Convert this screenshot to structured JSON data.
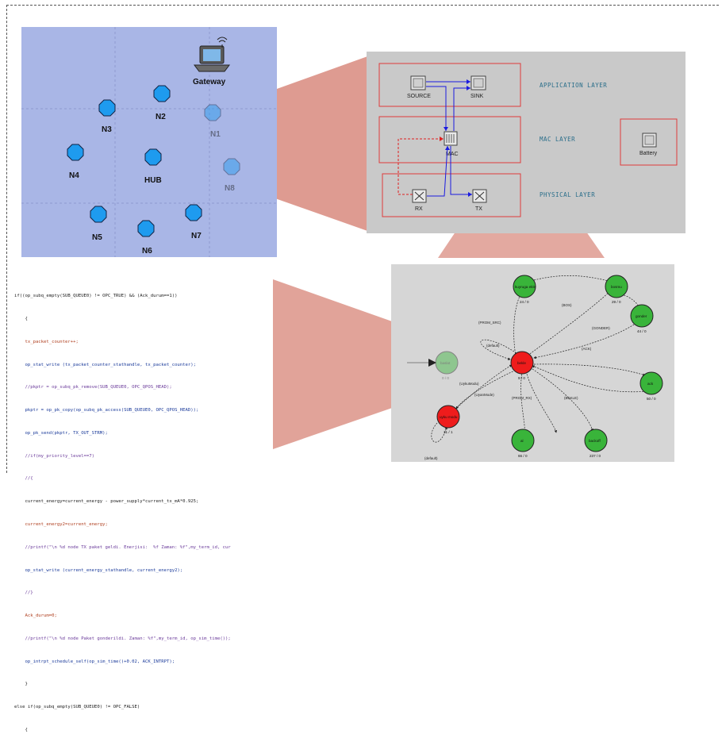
{
  "network": {
    "nodes": [
      {
        "id": "gateway",
        "label": "Gateway"
      },
      {
        "id": "n1",
        "label": "N1"
      },
      {
        "id": "n2",
        "label": "N2"
      },
      {
        "id": "n3",
        "label": "N3"
      },
      {
        "id": "n4",
        "label": "N4"
      },
      {
        "id": "hub",
        "label": "HUB"
      },
      {
        "id": "n5",
        "label": "N5"
      },
      {
        "id": "n6",
        "label": "N6"
      },
      {
        "id": "n7",
        "label": "N7"
      },
      {
        "id": "n8",
        "label": "N8"
      }
    ]
  },
  "node_model": {
    "layers": {
      "application": "APPLICATION LAYER",
      "mac": "MAC LAYER",
      "physical": "PHYSICAL LAYER"
    },
    "modules": {
      "source": "SOURCE",
      "sink": "SINK",
      "mac": "MAC",
      "rx": "RX",
      "tx": "TX",
      "battery": "Battery"
    }
  },
  "code": {
    "lines": [
      "if((op_subq_empty(SUB_QUEUE0) != OPC_TRUE) && (Ack_durum==1))",
      "    {",
      "    tx_packet_counter++;",
      "    op_stat_write (tx_packet_counter_stathandle, tx_packet_counter);",
      "    //pkptr = op_subq_pk_remove(SUB_QUEUE0, OPC_QPOS_HEAD);",
      "    pkptr = op_pk_copy(op_subq_pk_access(SUB_QUEUE0, OPC_QPOS_HEAD));",
      "    op_pk_send(pkptr, TX_OUT_STRM);",
      "    //if(my_priority_level==7)",
      "    //{",
      "    current_energy=current_energy - power_supply*current_tx_mA*0.925;",
      "    current_energy2=current_energy;",
      "    //printf(\"\\n %d node TX paket geldi. Enerjisi:  %f Zaman: %f\",my_term_id, cur",
      "    op_stat_write (current_energy_stathandle, current_energy2);",
      "    //}",
      "    Ack_durum=0;",
      "    //printf(\"\\n %d node Paket gonderildi. Zaman: %f\",my_term_id, op_sim_time());",
      "    op_intrpt_schedule_self(op_sim_time()+0.02, ACK_INTRPT);",
      "    }",
      "else if(op_subq_empty(SUB_QUEUE0) != OPC_FALSE)",
      "    {"
    ]
  },
  "process_model": {
    "states": [
      {
        "id": "init",
        "label": "baslat",
        "count": "0 / 0"
      },
      {
        "id": "kuyruga",
        "label": "kuyruga ekle",
        "count": "24 / 0"
      },
      {
        "id": "bosmu",
        "label": "bosmu",
        "count": "29 / 0"
      },
      {
        "id": "gonder",
        "label": "gonder",
        "count": "44 / 0"
      },
      {
        "id": "bekle",
        "label": "bekle",
        "count": "9 / 0"
      },
      {
        "id": "ack",
        "label": "ack",
        "count": "50 / 0"
      },
      {
        "id": "uyku",
        "label": "uyku modu",
        "count": "31 / 1"
      },
      {
        "id": "al",
        "label": "al",
        "count": "66 / 0"
      },
      {
        "id": "backoff",
        "label": "backoff",
        "count": "237 / 0"
      }
    ],
    "transitions": [
      "(PROM_SRC)",
      "(BOS)",
      "(GONDER)",
      "(default)",
      "(ACK)",
      "(PROM_RX)",
      "(BEKLE)",
      "(UykuModu)",
      "(default)",
      "(UyanMode)"
    ]
  },
  "colors": {
    "network_bg": "#a9b6e6",
    "node_fill": "#1e9bef",
    "red_state": "#ee1c1c",
    "green_state": "#39b43a",
    "zoom_fill": "#d98c80",
    "layer_border": "#e03a3a"
  }
}
